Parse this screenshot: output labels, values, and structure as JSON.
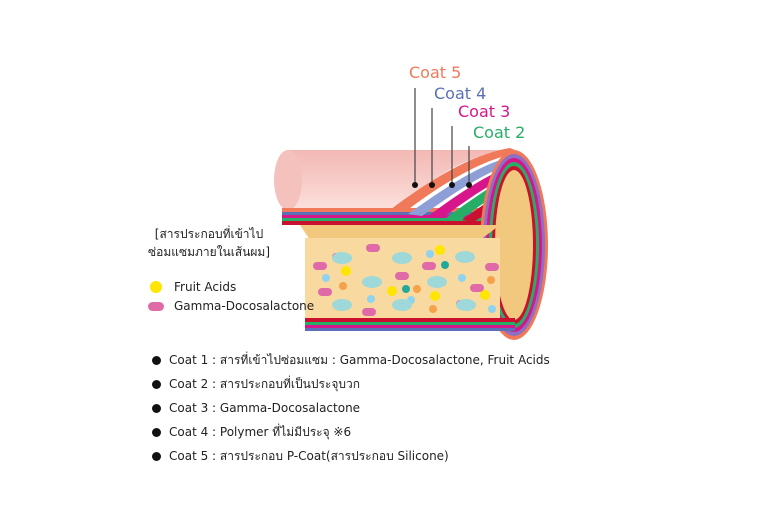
{
  "coat_labels": [
    {
      "text": "Coat 5",
      "color": "#f0795a"
    },
    {
      "text": "Coat 4",
      "color": "#5b6fb6"
    },
    {
      "text": "Coat 3",
      "color": "#d6168a"
    },
    {
      "text": "Coat 2",
      "color": "#27ae66"
    }
  ],
  "caption": {
    "line1": "[สารประกอบที่เข้าไป",
    "line2": "ซ่อมแซมภายในเส้นผม]"
  },
  "legend": {
    "fruit_acids": "Fruit Acids",
    "gamma": "Gamma-Docosalactone"
  },
  "descriptions": [
    "Coat 1 : สารที่เข้าไปซ่อมแซม : Gamma-Docosalactone, Fruit Acids",
    "Coat 2 : สารประกอบที่เป็นประจุบวก",
    "Coat 3 : Gamma-Docosalactone",
    "Coat 4 : Polymer ที่ไม่มีประจุ ※6",
    "Coat 5 : สารประกอบ P-Coat(สารประกอบ Silicone)"
  ],
  "colors": {
    "coat5": "#f0795a",
    "coat4": "#5b6fb6",
    "coat3": "#d6168a",
    "coat2": "#27ae66",
    "core": "#f8d9a0",
    "outer_pink": "#f7c9c4",
    "fruit": "#ffe500",
    "gamma": "#e06aa8"
  }
}
